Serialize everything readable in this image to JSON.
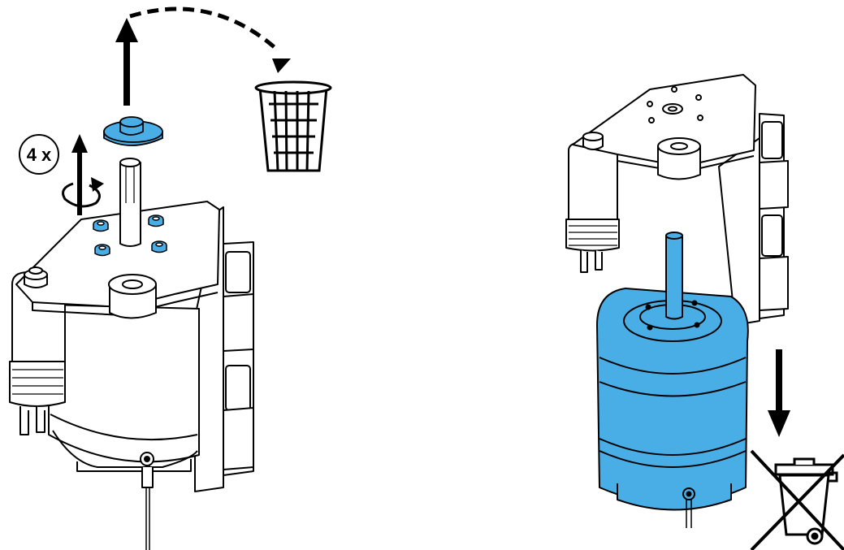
{
  "step_left": {
    "repeat_label": "4 x",
    "action": "unscrew-and-remove-cap",
    "disposal": "wastebasket"
  },
  "step_right": {
    "action": "remove-motor",
    "disposal": "weee-crossed-out-bin"
  },
  "colors": {
    "highlight": "#4AAEE6",
    "highlight_dark": "#1F7FB8",
    "outline": "#000000",
    "background": "#ffffff"
  }
}
